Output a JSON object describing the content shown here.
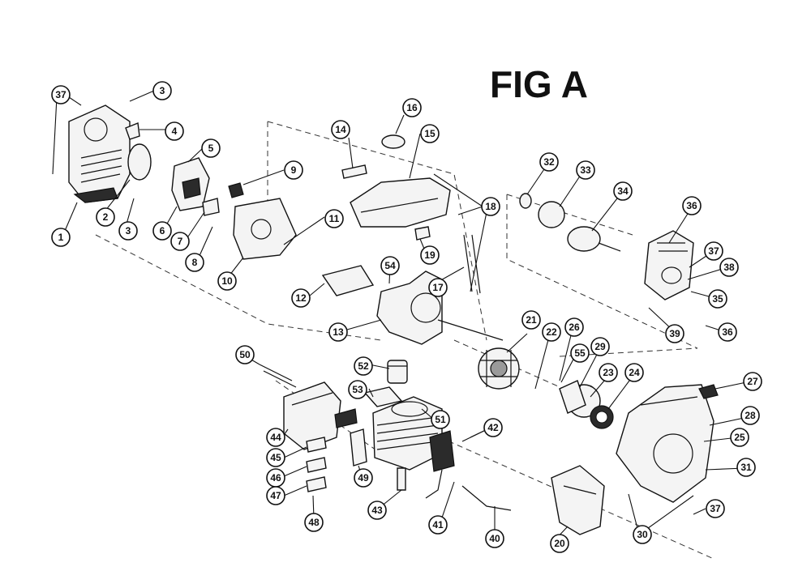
{
  "figure": {
    "title": "FIG A"
  },
  "callouts": [
    {
      "label": "1"
    },
    {
      "label": "2"
    },
    {
      "label": "3"
    },
    {
      "label": "3"
    },
    {
      "label": "4"
    },
    {
      "label": "5"
    },
    {
      "label": "6"
    },
    {
      "label": "7"
    },
    {
      "label": "8"
    },
    {
      "label": "9"
    },
    {
      "label": "10"
    },
    {
      "label": "11"
    },
    {
      "label": "12"
    },
    {
      "label": "13"
    },
    {
      "label": "14"
    },
    {
      "label": "15"
    },
    {
      "label": "16"
    },
    {
      "label": "17"
    },
    {
      "label": "18"
    },
    {
      "label": "19"
    },
    {
      "label": "20"
    },
    {
      "label": "21"
    },
    {
      "label": "22"
    },
    {
      "label": "23"
    },
    {
      "label": "24"
    },
    {
      "label": "25"
    },
    {
      "label": "26"
    },
    {
      "label": "27"
    },
    {
      "label": "28"
    },
    {
      "label": "29"
    },
    {
      "label": "30"
    },
    {
      "label": "31"
    },
    {
      "label": "32"
    },
    {
      "label": "33"
    },
    {
      "label": "34"
    },
    {
      "label": "35"
    },
    {
      "label": "36"
    },
    {
      "label": "36"
    },
    {
      "label": "37"
    },
    {
      "label": "37"
    },
    {
      "label": "37"
    },
    {
      "label": "38"
    },
    {
      "label": "39"
    },
    {
      "label": "40"
    },
    {
      "label": "41"
    },
    {
      "label": "42"
    },
    {
      "label": "43"
    },
    {
      "label": "44"
    },
    {
      "label": "45"
    },
    {
      "label": "46"
    },
    {
      "label": "47"
    },
    {
      "label": "48"
    },
    {
      "label": "49"
    },
    {
      "label": "50"
    },
    {
      "label": "51"
    },
    {
      "label": "52"
    },
    {
      "label": "53"
    },
    {
      "label": "54"
    },
    {
      "label": "55"
    }
  ]
}
